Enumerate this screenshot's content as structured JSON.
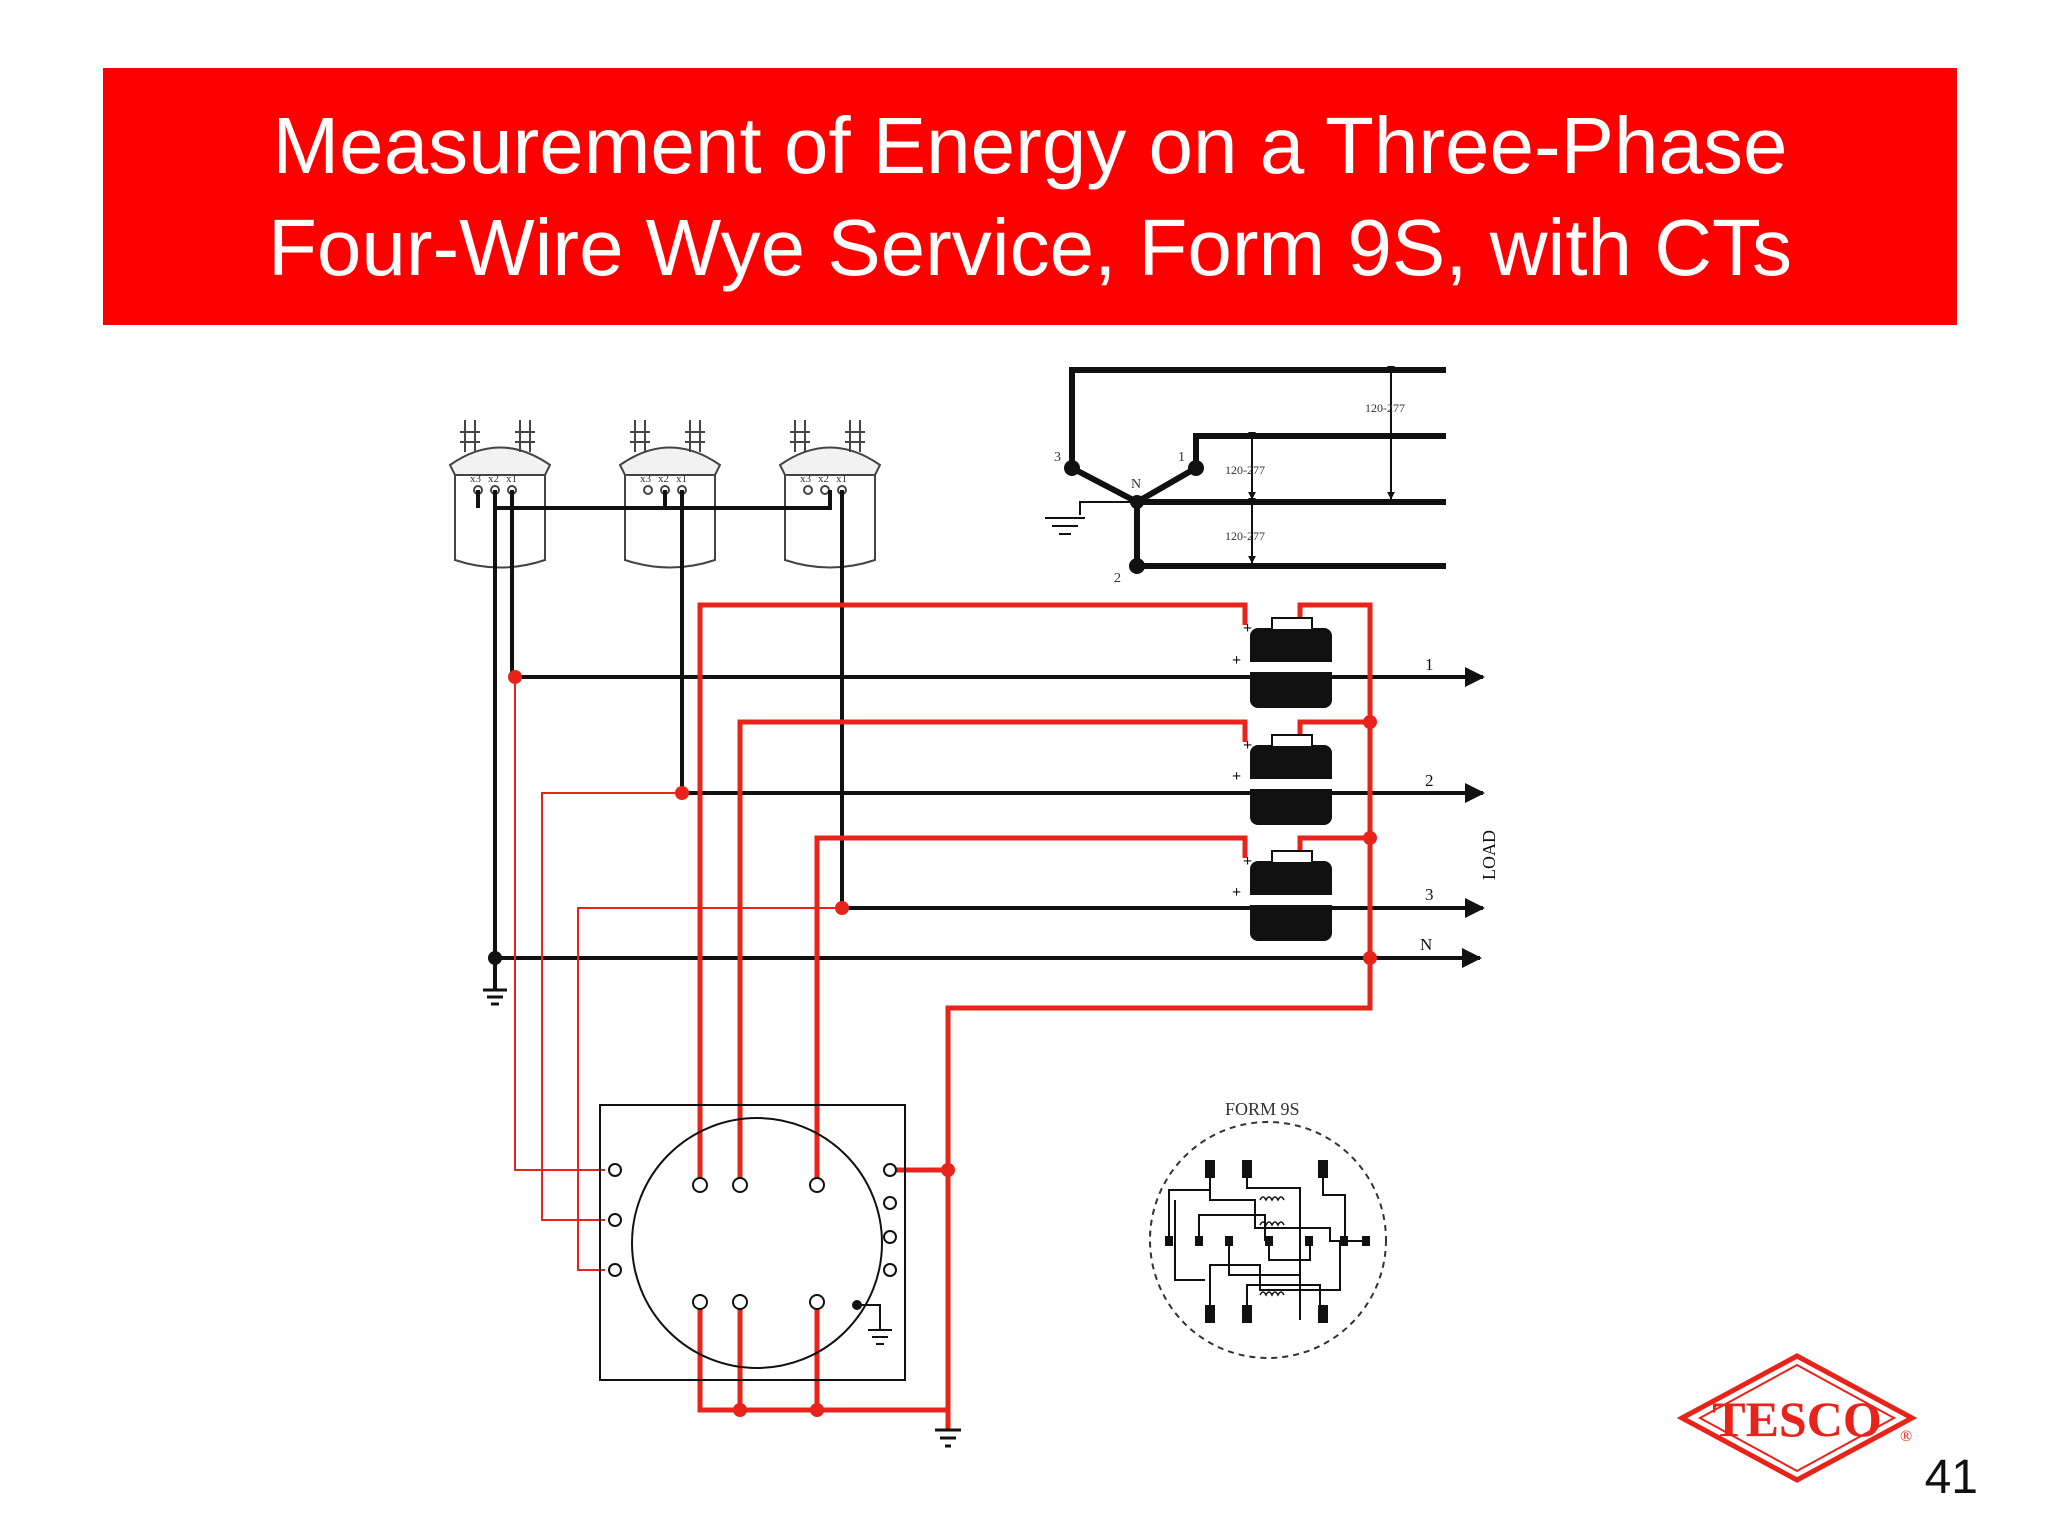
{
  "slide": {
    "title_line1": "Measurement of Energy on a Three-Phase",
    "title_line2": "Four-Wire Wye Service, Form 9S, with CTs",
    "page_number": "41",
    "logo_text": "TESCO",
    "registered_mark": "®"
  },
  "colors": {
    "title_bg": "#ff0000",
    "wire_red": "#e8231a",
    "wire_black": "#111111"
  },
  "diagram": {
    "transformer_terminals": [
      "x3",
      "x2",
      "x1"
    ],
    "wye": {
      "phase_labels": [
        "3",
        "1",
        "2"
      ],
      "neutral_label": "N",
      "voltage_labels": [
        "120-277",
        "120-277",
        "120-277"
      ]
    },
    "lines": {
      "labels": [
        "1",
        "2",
        "3",
        "N"
      ],
      "load_label": "LOAD"
    },
    "ct_polarity": "+",
    "inset_label": "FORM 9S"
  }
}
